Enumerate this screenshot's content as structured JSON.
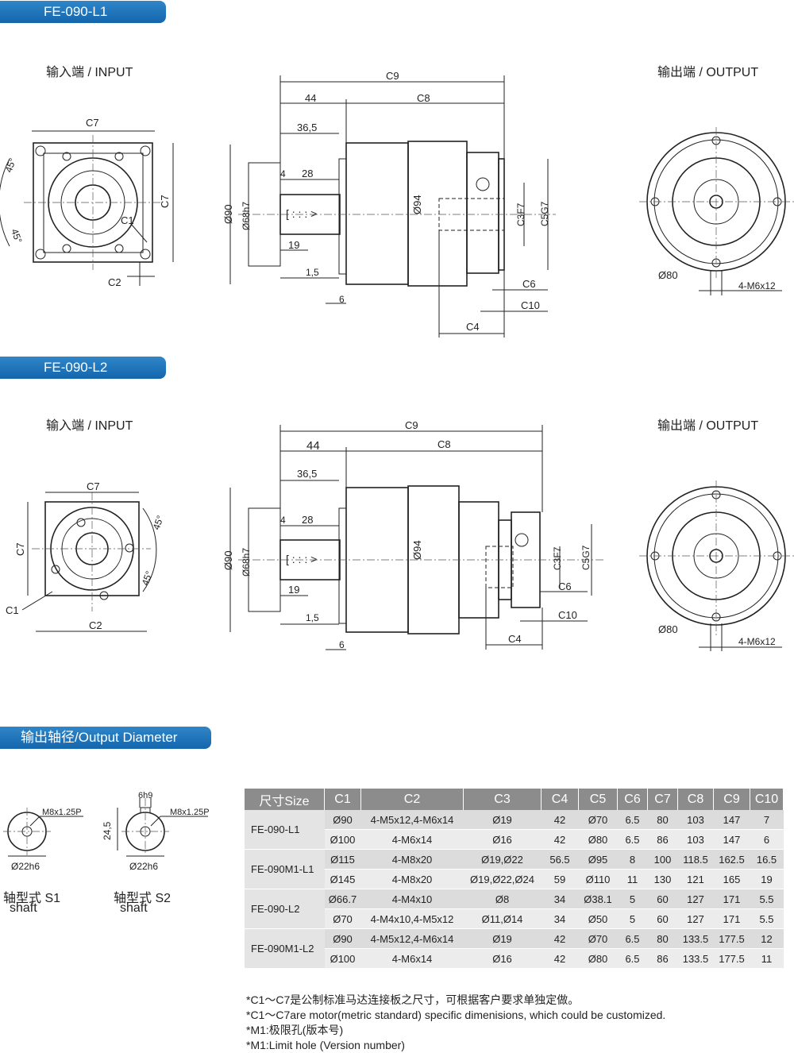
{
  "sections": {
    "l1_title": "FE-090-L1",
    "l2_title": "FE-090-L2",
    "output_diameter_title": "输出轴径/Output Diameter"
  },
  "views": {
    "input_label": "输入端 / INPUT",
    "output_label": "输出端 / OUTPUT"
  },
  "dims": {
    "c1": "C1",
    "c2": "C2",
    "c3": "C3F7",
    "c4": "C4",
    "c5": "C5G7",
    "c6": "C6",
    "c7": "C7",
    "c8": "C8",
    "c9": "C9",
    "c10": "C10",
    "d44": "44",
    "d365": "36,5",
    "d4": "4",
    "d28": "28",
    "d19": "19",
    "d15": "1,5",
    "d6": "6",
    "d90": "Ø90",
    "d68": "Ø68h7",
    "d94": "Ø94",
    "d80": "Ø80",
    "m6": "4-M6x12",
    "a45": "45°"
  },
  "shafts": {
    "thread": "M8x1.25P",
    "dia": "Ø22h6",
    "key": "6h9",
    "height": "24,5",
    "s1_cn": "轴型式 S1",
    "s1_en": "shaft",
    "s2_cn": "轴型式 S2",
    "s2_en": "shaft"
  },
  "table": {
    "headers": [
      "尺寸Size",
      "C1",
      "C2",
      "C3",
      "C4",
      "C5",
      "C6",
      "C7",
      "C8",
      "C9",
      "C10"
    ],
    "groups": [
      {
        "model": "FE-090-L1",
        "rows": [
          [
            "Ø90",
            "4-M5x12,4-M6x14",
            "Ø19",
            "42",
            "Ø70",
            "6.5",
            "80",
            "103",
            "147",
            "7"
          ],
          [
            "Ø100",
            "4-M6x14",
            "Ø16",
            "42",
            "Ø80",
            "6.5",
            "86",
            "103",
            "147",
            "6"
          ]
        ]
      },
      {
        "model": "FE-090M1-L1",
        "rows": [
          [
            "Ø115",
            "4-M8x20",
            "Ø19,Ø22",
            "56.5",
            "Ø95",
            "8",
            "100",
            "118.5",
            "162.5",
            "16.5"
          ],
          [
            "Ø145",
            "4-M8x20",
            "Ø19,Ø22,Ø24",
            "59",
            "Ø110",
            "11",
            "130",
            "121",
            "165",
            "19"
          ]
        ]
      },
      {
        "model": "FE-090-L2",
        "rows": [
          [
            "Ø66.7",
            "4-M4x10",
            "Ø8",
            "34",
            "Ø38.1",
            "5",
            "60",
            "127",
            "171",
            "5.5"
          ],
          [
            "Ø70",
            "4-M4x10,4-M5x12",
            "Ø11,Ø14",
            "34",
            "Ø50",
            "5",
            "60",
            "127",
            "171",
            "5.5"
          ]
        ]
      },
      {
        "model": "FE-090M1-L2",
        "rows": [
          [
            "Ø90",
            "4-M5x12,4-M6x14",
            "Ø19",
            "42",
            "Ø70",
            "6.5",
            "80",
            "133.5",
            "177.5",
            "12"
          ],
          [
            "Ø100",
            "4-M6x14",
            "Ø16",
            "42",
            "Ø80",
            "6.5",
            "86",
            "133.5",
            "177.5",
            "11"
          ]
        ]
      }
    ]
  },
  "notes": [
    "*C1～C7是公制标准马达连接板之尺寸，可根据客户要求单独定做。",
    "*C1～C7are motor(metric standard) specific dimenisions, which could be customized.",
    "*M1:极限孔(版本号)",
    "*M1:Limit hole (Version number)"
  ],
  "colors": {
    "badge": "#1f78bf",
    "table_header": "#8c8c8c",
    "row_a": "#dcdcdc",
    "row_b": "#ececec"
  }
}
